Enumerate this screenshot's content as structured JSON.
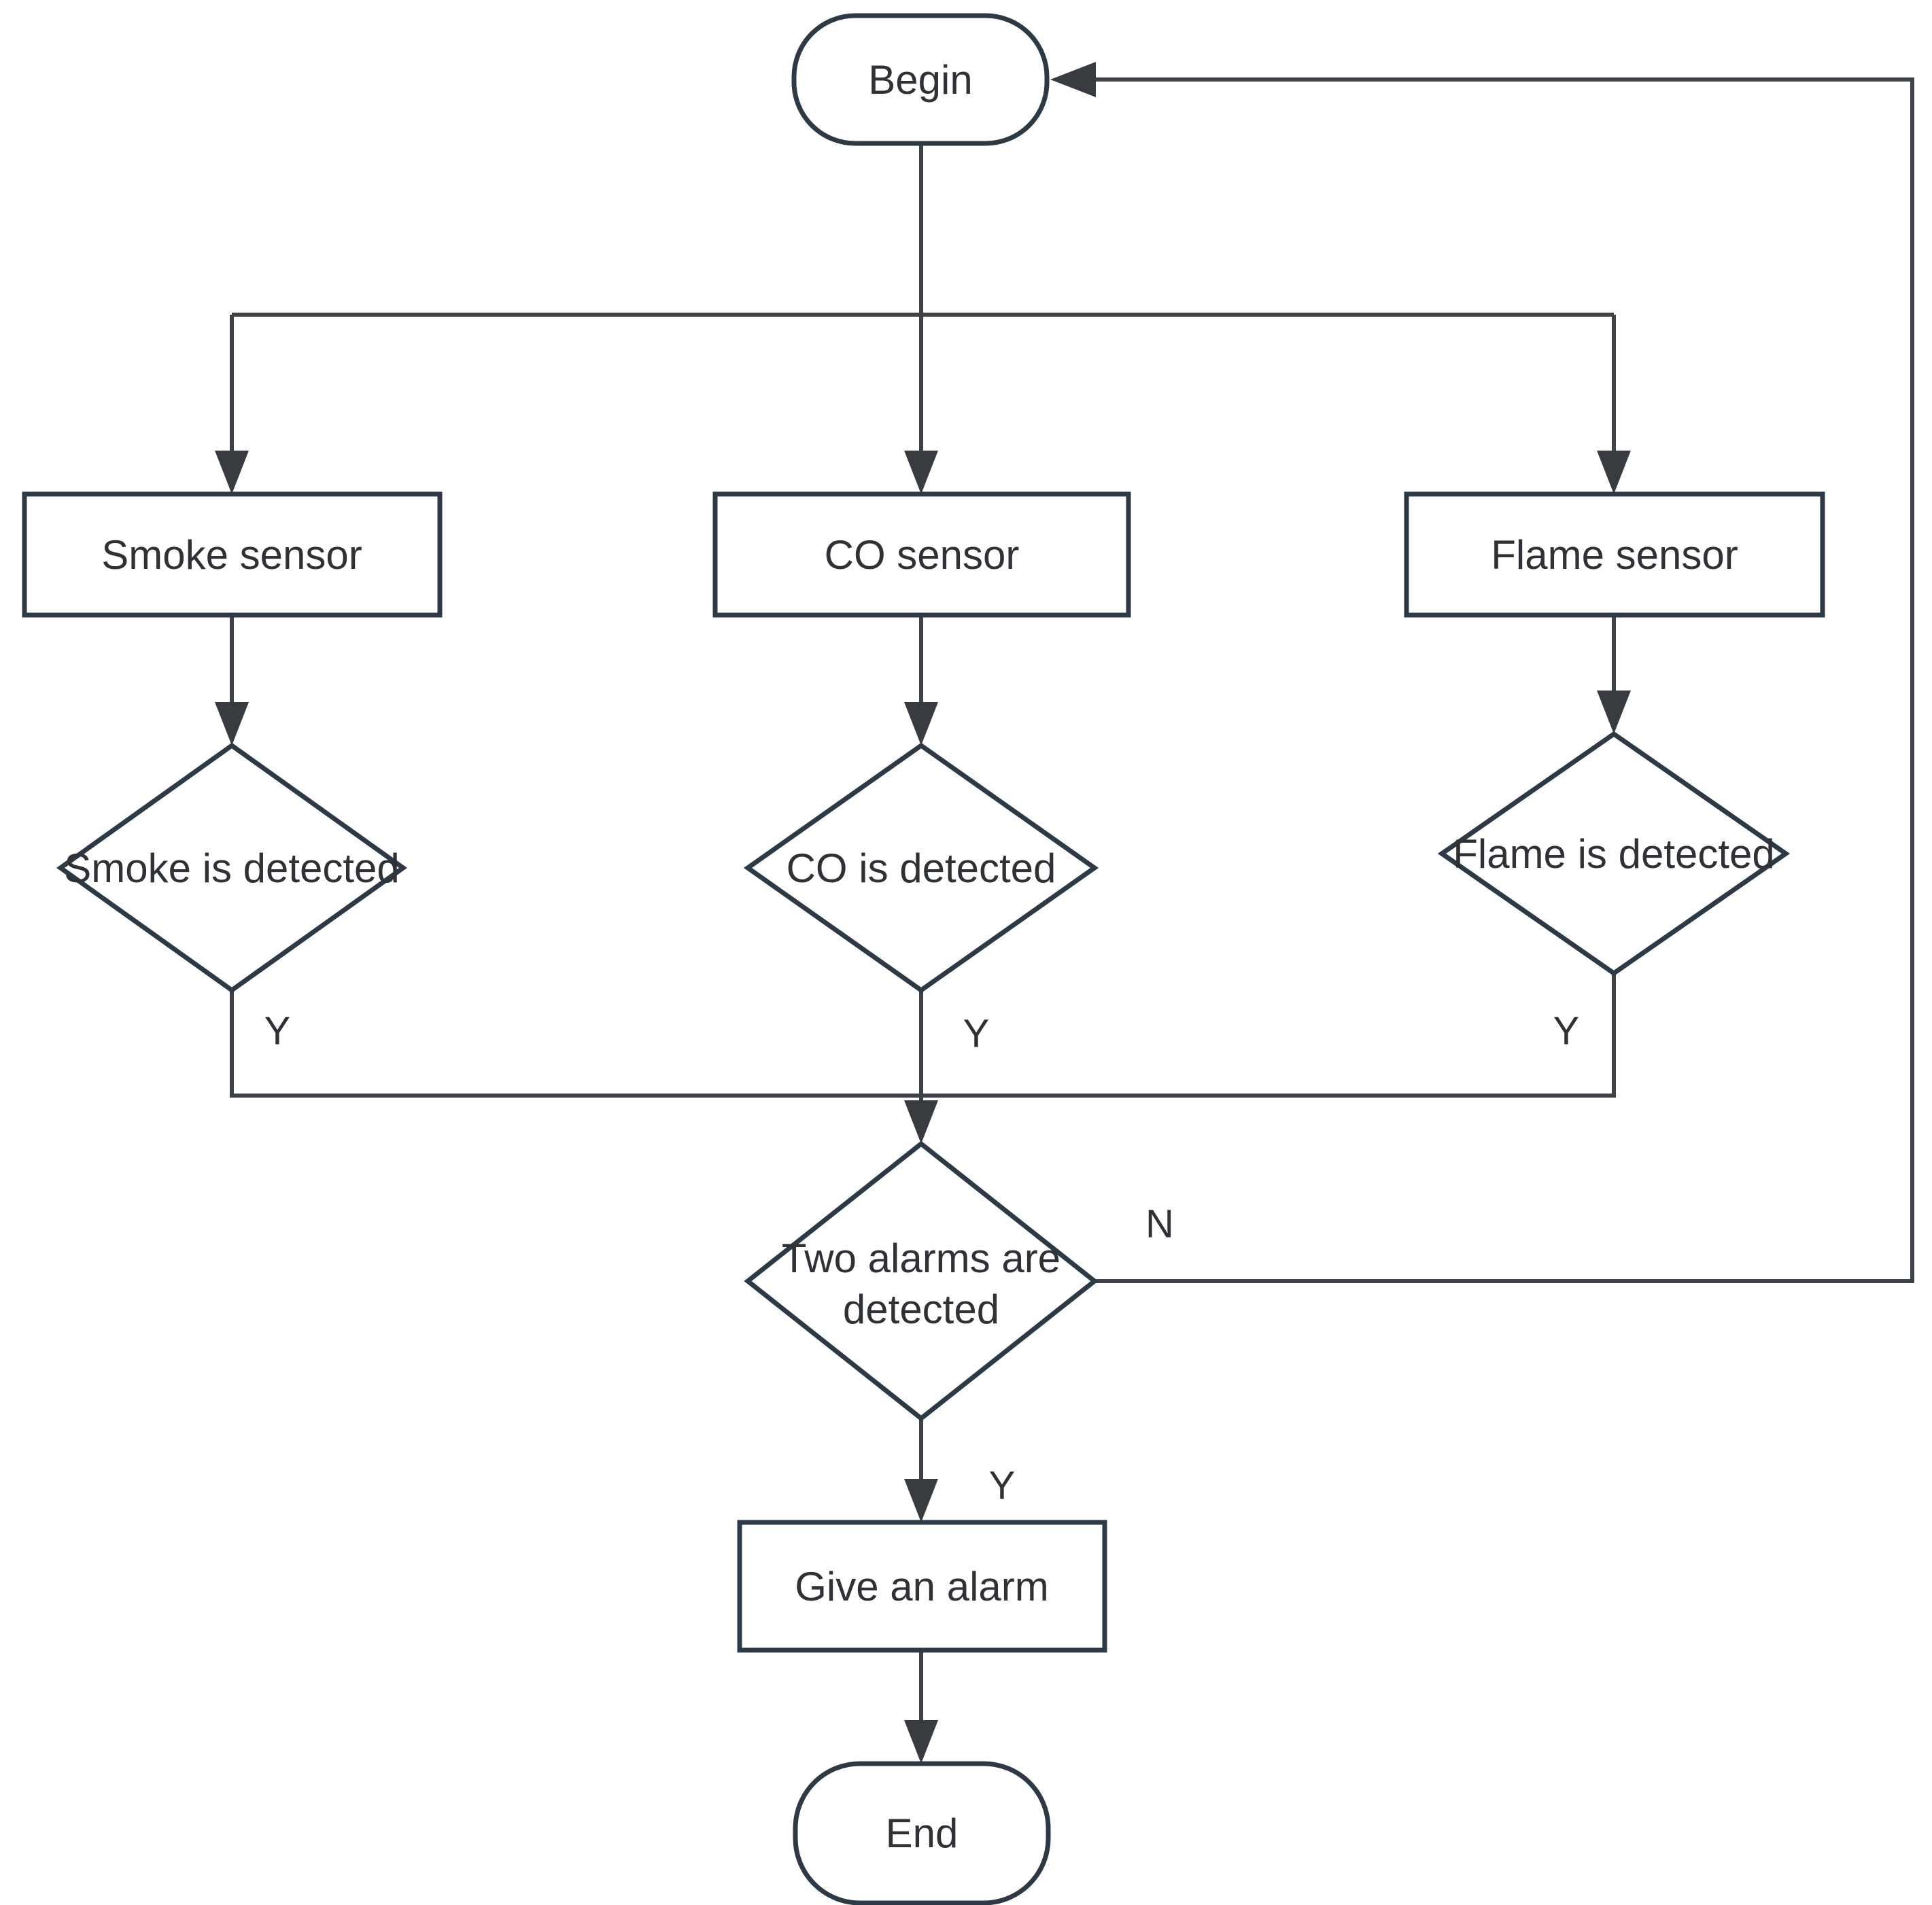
{
  "diagram": {
    "type": "flowchart",
    "background_color": "#ffffff",
    "shape_stroke_color": "#2d3a46",
    "edge_stroke_color": "#3f4347",
    "text_color": "#2e3135"
  },
  "nodes": {
    "begin": {
      "label": "Begin",
      "shape": "terminator"
    },
    "smoke_sensor": {
      "label": "Smoke sensor",
      "shape": "process"
    },
    "co_sensor": {
      "label": "CO sensor",
      "shape": "process"
    },
    "flame_sensor": {
      "label": "Flame sensor",
      "shape": "process"
    },
    "smoke_decision": {
      "label": "Smoke is detected",
      "shape": "decision"
    },
    "co_decision": {
      "label": "CO is detected",
      "shape": "decision"
    },
    "flame_decision": {
      "label": "Flame is detected",
      "shape": "decision"
    },
    "two_alarms_decision": {
      "label_line1": "Two alarms are",
      "label_line2": "detected",
      "shape": "decision"
    },
    "give_alarm": {
      "label": "Give an alarm",
      "shape": "process"
    },
    "end": {
      "label": "End",
      "shape": "terminator"
    }
  },
  "edge_labels": {
    "smoke_yes": "Y",
    "co_yes": "Y",
    "flame_yes": "Y",
    "two_alarms_yes": "Y",
    "two_alarms_no": "N"
  }
}
